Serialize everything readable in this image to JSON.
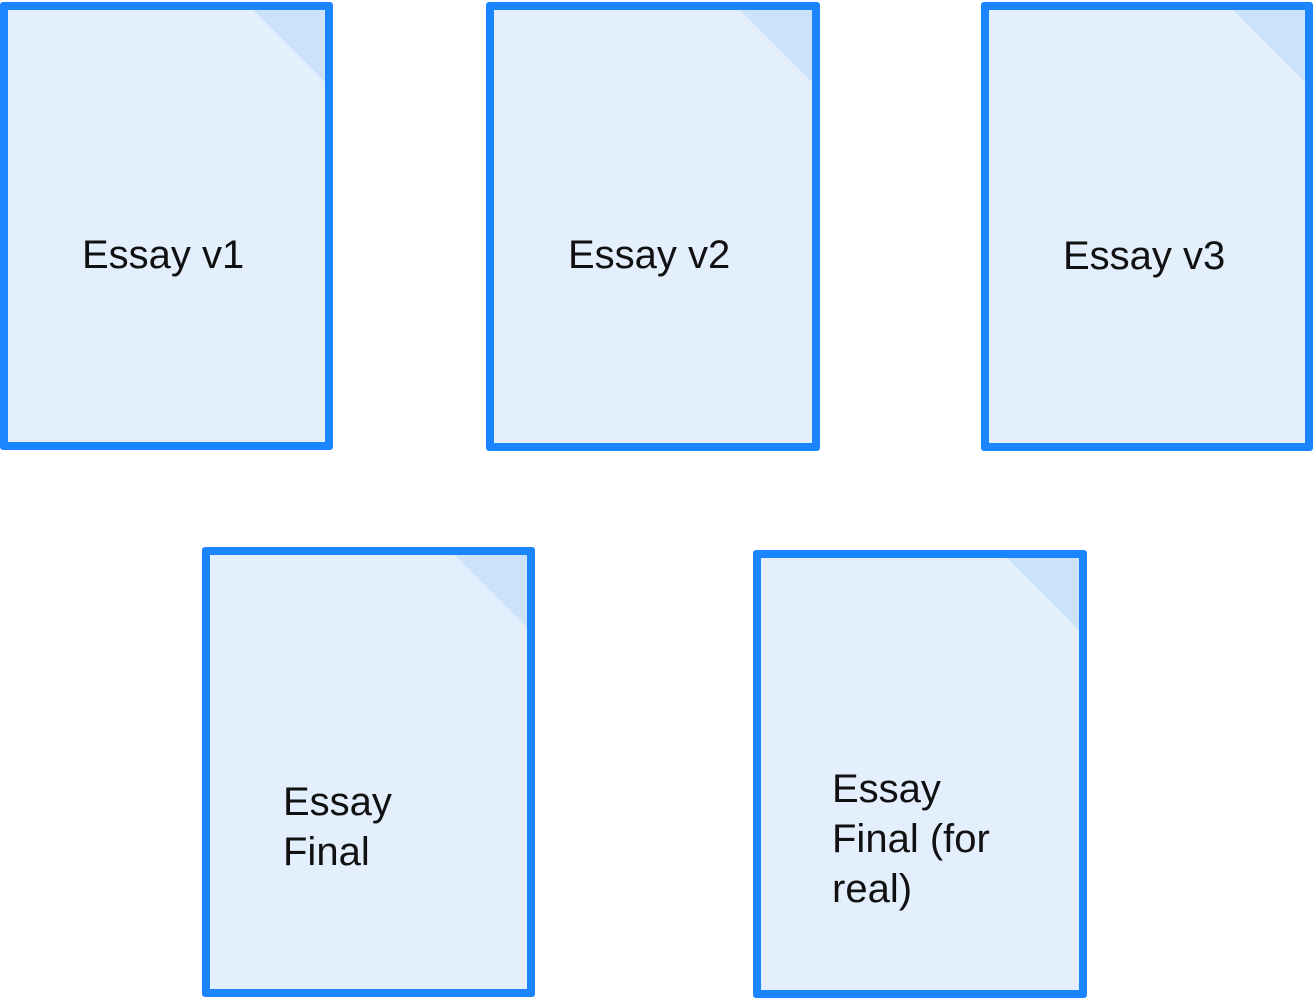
{
  "documents": [
    {
      "label": "Essay v1"
    },
    {
      "label": "Essay v2"
    },
    {
      "label": "Essay v3"
    },
    {
      "label": "Essay\nFinal"
    },
    {
      "label": "Essay\nFinal (for\nreal)"
    }
  ],
  "colors": {
    "border": "#1a85ff",
    "fill": "#e3effd",
    "fold": "#cce2fb",
    "text": "#111111"
  },
  "icon": "document-icon"
}
